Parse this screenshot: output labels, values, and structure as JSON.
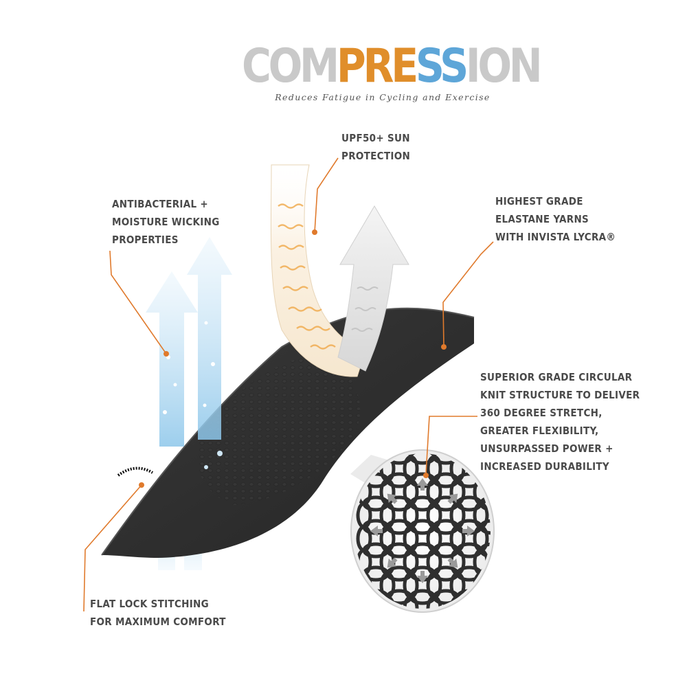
{
  "logo": {
    "parts": [
      {
        "text": "COM",
        "color": "#c9c9c9"
      },
      {
        "text": "PRE",
        "color": "#e08e2b"
      },
      {
        "text": "SS",
        "color": "#5ea6d8"
      },
      {
        "text": "ION",
        "color": "#c9c9c9"
      }
    ],
    "tagline": "Reduces Fatigue in Cycling and Exercise"
  },
  "callouts": {
    "upf": "UPF50+ SUN\nPROTECTION",
    "antibacterial": "ANTIBACTERIAL +\nMOISTURE WICKING\nPROPERTIES",
    "elastane": "HIGHEST GRADE\nELASTANE YARNS\nWITH INVISTA LYCRA®",
    "knit": "SUPERIOR GRADE CIRCULAR\nKNIT STRUCTURE TO DELIVER\n360 DEGREE STRETCH,\nGREATER FLEXIBILITY,\nUNSURPASSED POWER +\nINCREASED DURABILITY",
    "flatlock": "FLAT LOCK STITCHING\nFOR MAXIMUM COMFORT"
  },
  "colors": {
    "leader": "#e07a2c",
    "fabric": "#2e2e2e",
    "moisture": "#a9d4ee",
    "sun": "#f0b15a"
  },
  "icons": [
    "moisture-arrow-icon",
    "heat-arrow-icon",
    "knit-magnifier-icon"
  ]
}
